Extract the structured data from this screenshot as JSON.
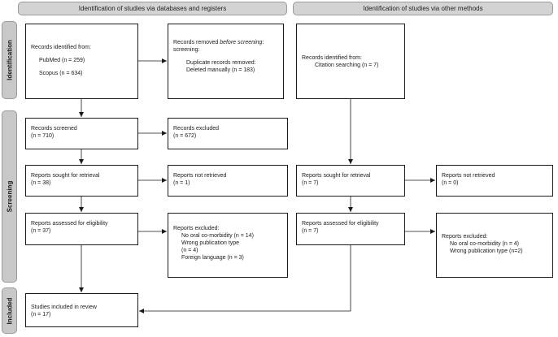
{
  "headers": {
    "databases": "Identification of studies via databases and registers",
    "other": "Identification of studies via other methods"
  },
  "phases": {
    "identification": "Identification",
    "screening": "Screening",
    "included": "Included"
  },
  "db": {
    "identified": {
      "title": "Records identified from:",
      "pubmed": "PubMed (n = 259)",
      "scopus": "Scopus (n = 634)"
    },
    "removed": {
      "title_a": "Records removed ",
      "title_b": "before screening",
      "title_c": ":",
      "duplicates": "Duplicate records removed:",
      "manual": "Deleted manually (n = 183)"
    },
    "screened": {
      "title": "Records screened",
      "n": "(n = 710)"
    },
    "excluded": {
      "title": "Records excluded",
      "n": "(n = 672)"
    },
    "sought": {
      "title": "Reports sought for retrieval",
      "n": "(n = 38)"
    },
    "not_retrieved": {
      "title": "Reports not retrieved",
      "n": "(n = 1)"
    },
    "assessed": {
      "title": "Reports assessed for eligibility",
      "n": "(n = 37)"
    },
    "reports_excluded": {
      "title": "Reports excluded:",
      "r1": "No oral co-morbidity (n = 14)",
      "r2": "Wrong publication type",
      "r3": "(n = 4)",
      "r4": "Foreign language (n = 3)"
    },
    "included": {
      "title": "Studies included in review",
      "n": "(n = 17)"
    }
  },
  "other": {
    "identified": {
      "title": "Records identified from:",
      "citation": "Citation searching (n = 7)"
    },
    "sought": {
      "title": "Reports sought for retrieval",
      "n": "(n = 7)"
    },
    "not_retrieved": {
      "title": "Reports not retrieved",
      "n": "(n = 0)"
    },
    "assessed": {
      "title": "Reports assessed for eligibility",
      "n": "(n = 7)"
    },
    "reports_excluded": {
      "title": "Reports excluded:",
      "r1": "No oral co-morbidity (n = 4)",
      "r2": "Wrong publication type (n=2)"
    }
  },
  "colors": {
    "line": "#1a1a1a",
    "side": "#c8c8c8",
    "header": "#d3d3d3"
  }
}
